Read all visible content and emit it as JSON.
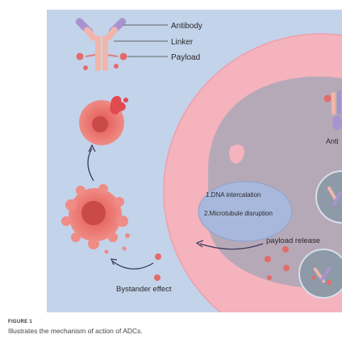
{
  "figure": {
    "legend": {
      "antibody": "Antibody",
      "linker": "Linker",
      "payload": "Payload"
    },
    "mechanisms": {
      "item1": "1.DNA intercalation",
      "item2": "2.Microtubule disruption"
    },
    "payload_release": "payload release",
    "bystander_effect": "Bystander effect",
    "cut_label": "Anti",
    "colors": {
      "background": "#c3d3ea",
      "cell_membrane": "#f4b3bd",
      "cytoplasm": "#b6a9b7",
      "nucleus_ellipse": "#a8b8dc",
      "payload": "#e46b6b",
      "dying_cell": "#e96d68"
    }
  },
  "caption": {
    "label": "FIGURE 1",
    "text": "Illustrates the mechanism of action of ADCs."
  }
}
